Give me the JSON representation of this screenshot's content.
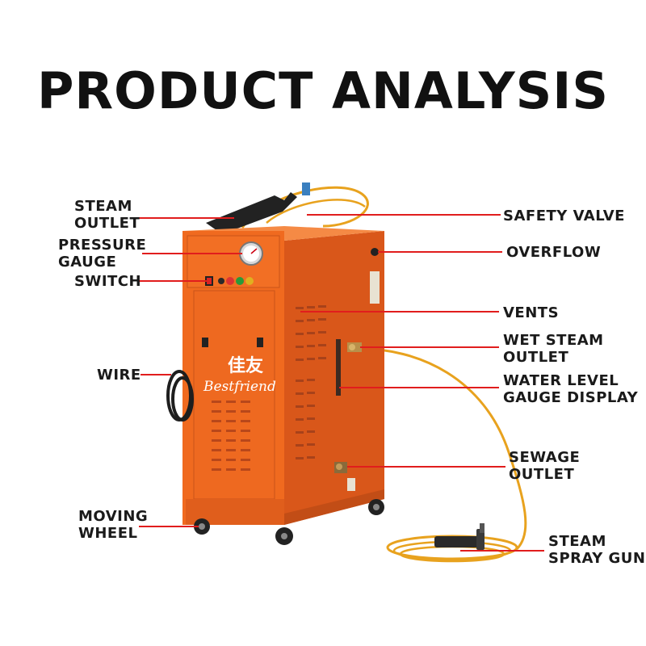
{
  "title": "PRODUCT ANALYSIS",
  "brand": {
    "chinese": "佳友",
    "latin": "Bestfriend"
  },
  "colors": {
    "body": "#f06a1f",
    "leader": "#e11d1d",
    "hose": "#e8a21e"
  },
  "labels": {
    "steam_outlet": [
      "STEAM",
      "OUTLET"
    ],
    "pressure_gauge": [
      "PRESSURE",
      "GAUGE"
    ],
    "switch": [
      "SWITCH"
    ],
    "wire": [
      "WIRE"
    ],
    "moving_wheel": [
      "MOVING",
      "WHEEL"
    ],
    "safety_valve": [
      "SAFETY VALVE"
    ],
    "overflow": [
      "OVERFLOW"
    ],
    "vents": [
      "VENTS"
    ],
    "wet_steam_outlet": [
      "WET STEAM",
      "OUTLET"
    ],
    "water_level_gauge_display": [
      "WATER LEVEL",
      "GAUGE DISPLAY"
    ],
    "sewage_outlet": [
      "SEWAGE",
      "OUTLET"
    ],
    "steam_spray_gun": [
      "STEAM",
      "SPRAY GUN"
    ]
  }
}
